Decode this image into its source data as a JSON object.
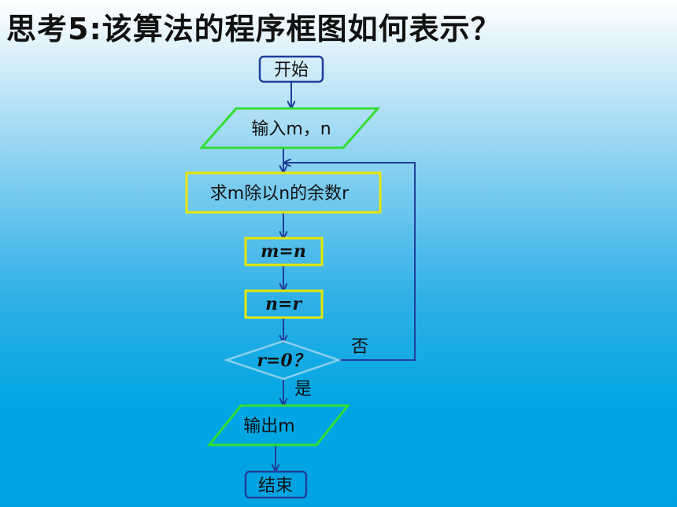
{
  "title": "思考5:该算法的程序框图如何表示？",
  "flowchart": {
    "start": "开始",
    "input": "输入m，n",
    "compute_remainder": "求m除以n的余数r",
    "assign_m": "m=n",
    "assign_n": "n=r",
    "condition": "r=0？",
    "yes_label": "是",
    "no_label": "否",
    "output": "输出m",
    "end": "结束"
  },
  "colors": {
    "terminal_border": "#1f3f9a",
    "process_border": "#e6e600",
    "io_border": "#33dd33",
    "decision_border": "#8ccfea",
    "arrow": "#1f3f9a"
  }
}
